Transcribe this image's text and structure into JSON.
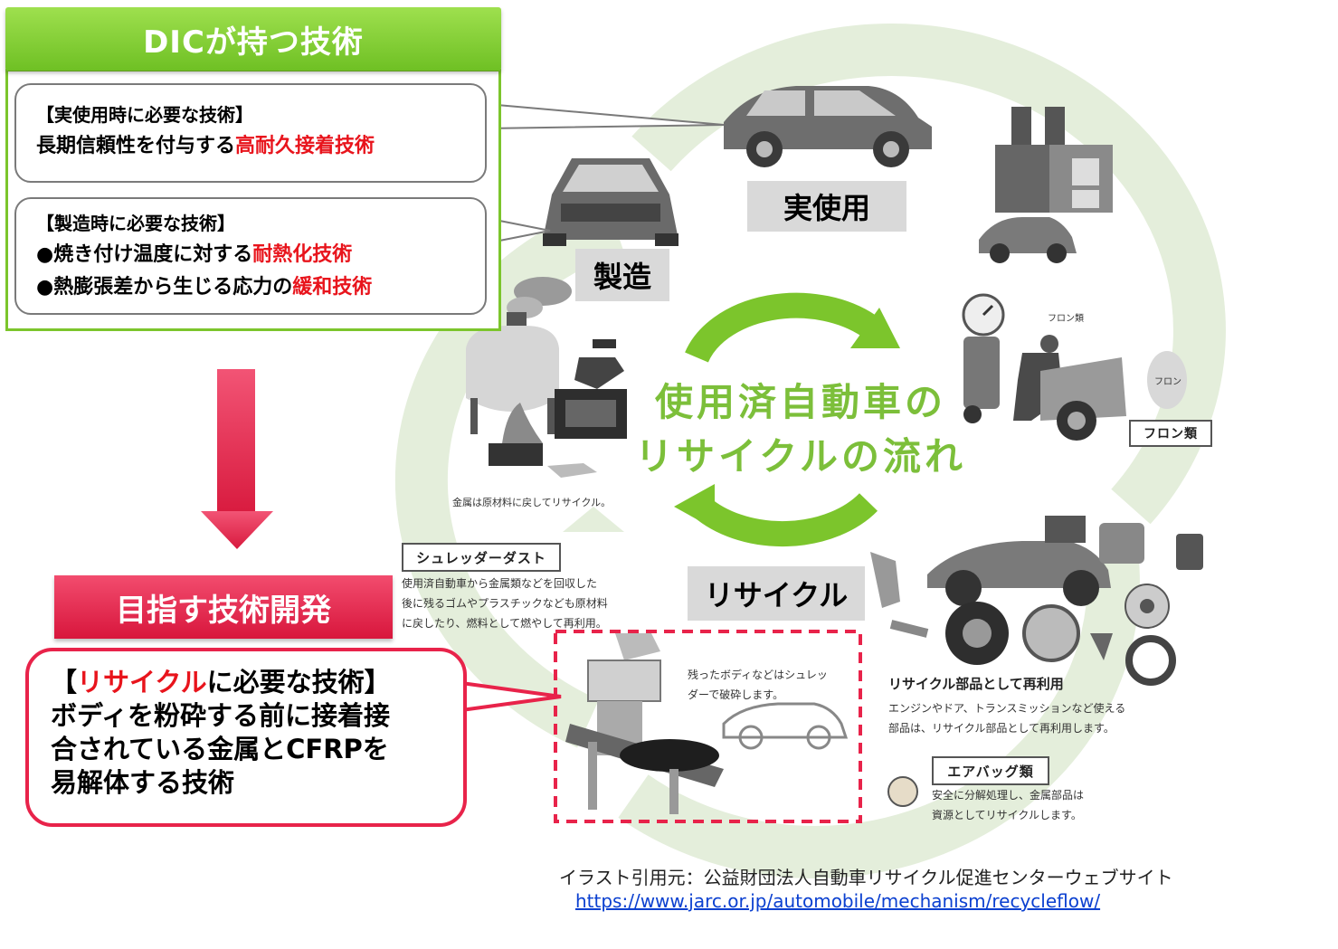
{
  "dic": {
    "header": "DICが持つ技術",
    "bubble1": {
      "heading": "【実使用時に必要な技術】",
      "line_prefix": "長期信頼性を付与する",
      "line_highlight": "高耐久接着技術"
    },
    "bubble2": {
      "heading": "【製造時に必要な技術】",
      "line1_prefix": "●焼き付け温度に対する",
      "line1_highlight": "耐熱化技術",
      "line2_prefix": "●熱膨張差から生じる応力の",
      "line2_highlight": "緩和技術"
    }
  },
  "target": {
    "header": "目指す技術開発",
    "bracket_open": "【",
    "highlight1": "リサイクル",
    "heading_rest": "に必要な技術】",
    "line2": "ボディを粉砕する前に接着接",
    "line3": "合されている金属とCFRPを",
    "highlight2": "易解体する技術"
  },
  "cycle": {
    "title_line1": "使用済自動車の",
    "title_line2": "リサイクルの流れ",
    "stage_use": "実使用",
    "stage_manufacture": "製造",
    "stage_recycle": "リサイクル"
  },
  "notes": {
    "metal": "金属は原材料に戻してリサイクル。",
    "shredder_dust_label": "シュレッダーダスト",
    "shredder_dust_text1": "使用済自動車から金属類などを回収した",
    "shredder_dust_text2": "後に残るゴムやプラスチックなども原材料",
    "shredder_dust_text3": "に戻したり、燃料として燃やして再利用。",
    "body_shred1": "残ったボディなどはシュレッ",
    "body_shred2": "ダーで破砕します。",
    "freon_small": "フロン類",
    "freon_tank": "フロン",
    "freon_label": "フロン類",
    "parts_heading": "リサイクル部品として再利用",
    "parts_text1": "エンジンやドア、トランスミッションなど使える",
    "parts_text2": "部品は、リサイクル部品として再利用します。",
    "airbag_label": "エアバッグ類",
    "airbag_text1": "安全に分解処理し、金属部品は",
    "airbag_text2": "資源としてリサイクルします。"
  },
  "credit": {
    "source": "イラスト引用元：公益財団法人自動車リサイクル促進センターウェブサイト",
    "url": "https://www.jarc.or.jp/automobile/mechanism/recycleflow/"
  },
  "colors": {
    "dic_green": "#7cc52c",
    "target_pink": "#e8234a",
    "highlight_red": "#e8141c",
    "cycle_green": "#7cbf3a",
    "link_blue": "#0b40d0"
  }
}
